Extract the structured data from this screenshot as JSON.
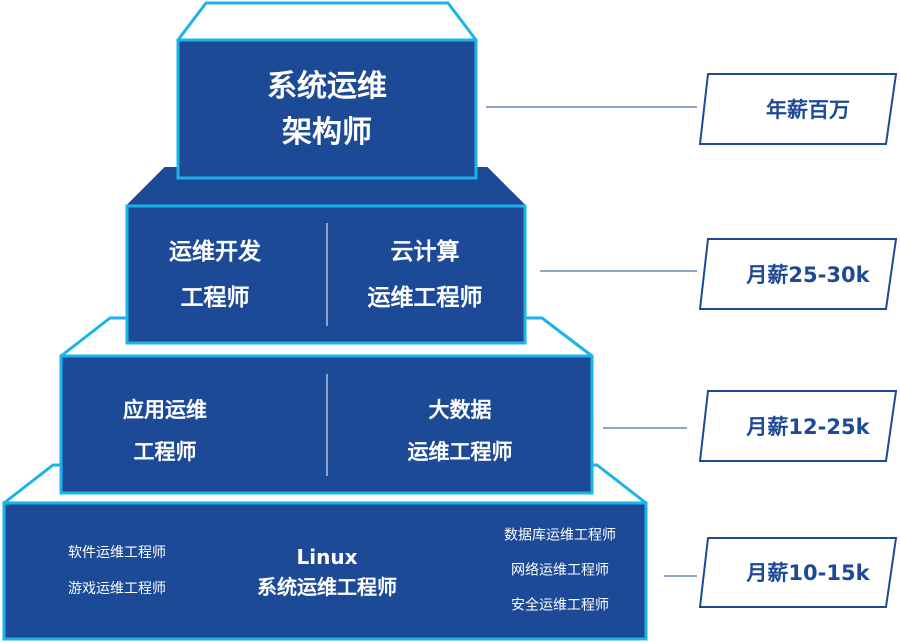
{
  "colors": {
    "block_fill": "#1d4a96",
    "block_stroke": "#1ab3ea",
    "top_face_fill": "#ffffff",
    "salary_text": "#1d4a96",
    "connector": "#1d4a96"
  },
  "tiers": [
    {
      "id": "top",
      "cells": [
        {
          "lines": [
            "系统运维",
            "架构师"
          ]
        }
      ],
      "salary": "年薪百万"
    },
    {
      "id": "second",
      "cells": [
        {
          "lines": [
            "运维开发",
            "工程师"
          ]
        },
        {
          "lines": [
            "云计算",
            "运维工程师"
          ]
        }
      ],
      "salary": "月薪25-30k"
    },
    {
      "id": "third",
      "cells": [
        {
          "lines": [
            "应用运维",
            "工程师"
          ]
        },
        {
          "lines": [
            "大数据",
            "运维工程师"
          ]
        }
      ],
      "salary": "月薪12-25k"
    },
    {
      "id": "base",
      "cells": [
        {
          "lines": [
            "软件运维工程师",
            "游戏运维工程师"
          ]
        },
        {
          "lines": [
            "Linux",
            "系统运维工程师"
          ]
        },
        {
          "lines": [
            "数据库运维工程师",
            "网络运维工程师",
            "安全运维工程师"
          ]
        }
      ],
      "salary": "月薪10-15k"
    }
  ]
}
